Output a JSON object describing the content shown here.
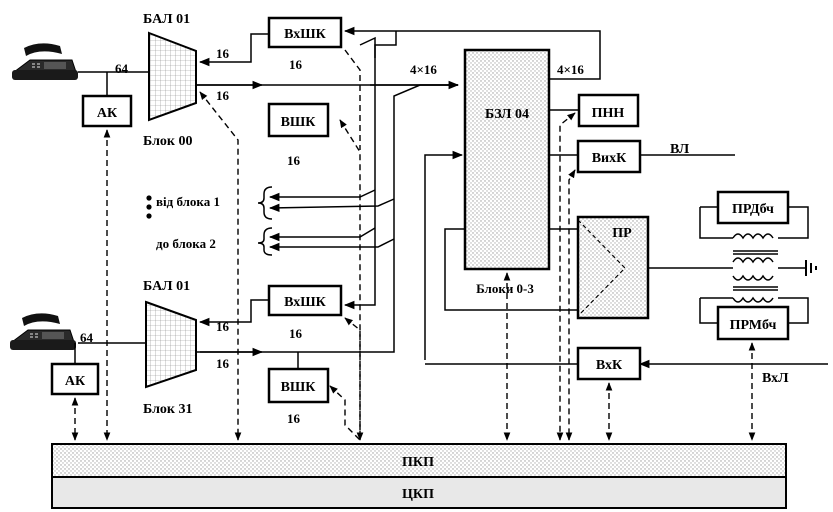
{
  "labels": {
    "bal_top": "БАЛ 01",
    "bal_bottom": "БАЛ 01",
    "block_top": "Блок 00",
    "block_bottom": "Блок 31",
    "ak_top": "АК",
    "ak_bottom": "АК",
    "vxshk_top": "ВхШК",
    "vxshk_bottom": "ВхШК",
    "vshk_top": "ВШК",
    "vshk_bottom": "ВШК",
    "bzl": "БЗЛ 04",
    "blocks_range": "Блоки 0-3",
    "pnn": "ПНН",
    "vyxk": "ВихК",
    "pr": "ПР",
    "prd": "ПРДбч",
    "prm": "ПРМбч",
    "vxk": "ВхК",
    "vl": "ВЛ",
    "vxl": "ВхЛ",
    "pkp": "ПКП",
    "ckp": "ЦКП",
    "from_block": "від блока 1",
    "to_block": "до  блока 2",
    "n64_top": "64",
    "n64_bottom": "64",
    "n16_top_in": "16",
    "n16_top_out": "16",
    "n16_vxshk_top": "16",
    "n16_vshk_top": "16",
    "n16_bot_in": "16",
    "n16_bot_out": "16",
    "n16_vxshk_bottom": "16",
    "n16_vshk_bottom": "16",
    "n4x16_left": "4×16",
    "n4x16_right": "4×16"
  },
  "colors": {
    "line": "#000000",
    "box_fill": "#ffffff",
    "bus_fill": "#e8e8e8"
  }
}
